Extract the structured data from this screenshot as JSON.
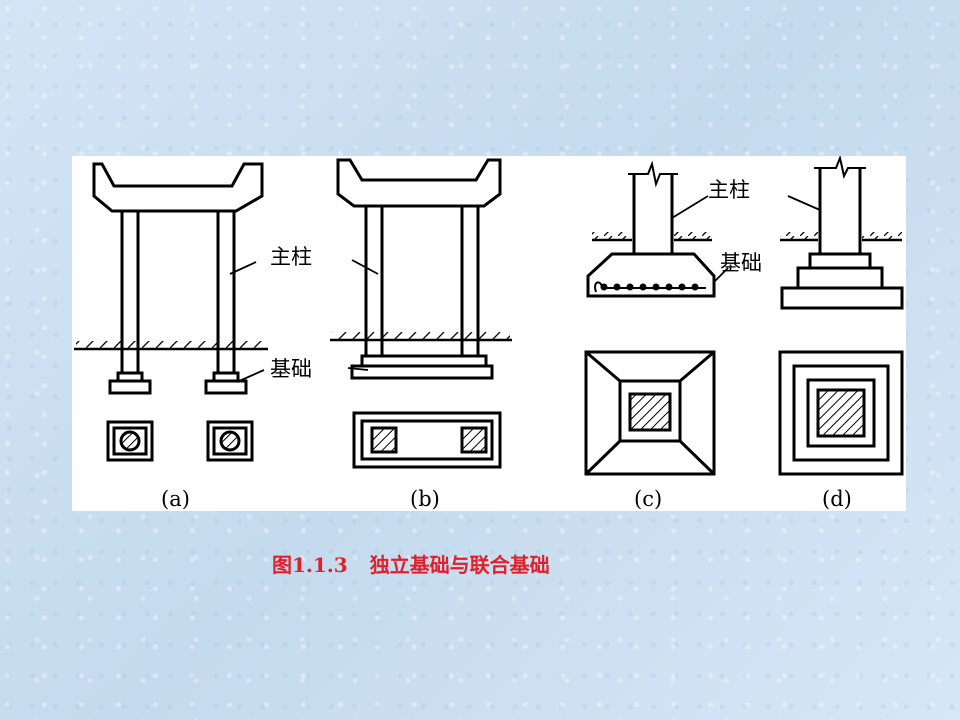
{
  "labels": {
    "column": "主柱",
    "foundation": "基础"
  },
  "panels": [
    "(a)",
    "(b)",
    "(c)",
    "(d)"
  ],
  "caption": {
    "number": "图1.1.3",
    "title": "独立基础与联合基础"
  }
}
